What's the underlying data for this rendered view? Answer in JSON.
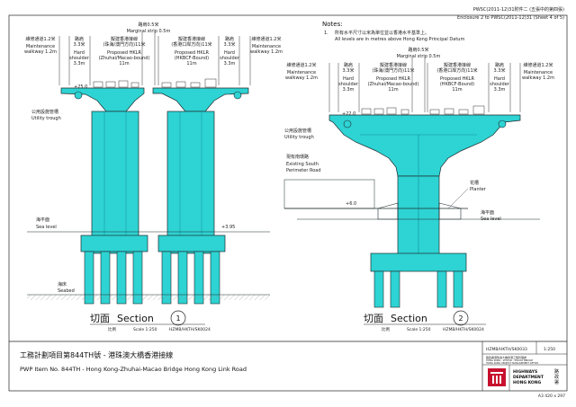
{
  "header": {
    "ref_line1": "PWSC(2011-12)31附件二 (五張中的第四張)",
    "ref_line2": "Enclosure 2 to PWSC(2011-12)31 (Sheet 4 of 5)"
  },
  "notes": {
    "title": "Notes:",
    "item_no": "1.",
    "item_zh": "所有水平尺寸以米為單位並以香港水平基準上。",
    "item_en": "All levels are in metres above Hong Kong Principal Datum"
  },
  "section1": {
    "strip_zh": "路肩0.5米",
    "strip_en": "Marginal strip 0.5m",
    "walkway_left_zh": "維修通道1.2米",
    "walkway_left_en1": "Maintenance",
    "walkway_left_en2": "walkway 1.2m",
    "shoulder_left_zh": "路肩",
    "shoulder_left_dim": "3.3米",
    "shoulder_left_en1": "Hard",
    "shoulder_left_en2": "shoulder",
    "shoulder_left_en3": "3.3m",
    "lane_left_zh1": "擬建香港接線",
    "lane_left_zh2": "(珠海/澳門方向)11米",
    "lane_left_en1": "Proposed HKLR",
    "lane_left_en2": "(Zhuhai/Macao-bound)",
    "lane_left_en3": "11m",
    "lane_right_zh1": "擬建香港接線",
    "lane_right_zh2": "(香港口岸方向)11米",
    "lane_right_en1": "Proposed HKLR",
    "lane_right_en2": "(HKBCF-Bound)",
    "lane_right_en3": "11m",
    "shoulder_right_zh": "路肩",
    "shoulder_right_dim": "3.3米",
    "shoulder_right_en1": "Hard",
    "shoulder_right_en2": "shoulder",
    "shoulder_right_en3": "3.3m",
    "walkway_right_zh": "維修通道1.2米",
    "walkway_right_en1": "Maintenance",
    "walkway_right_en2": "walkway 1.2m",
    "level_deck": "+25.0",
    "level_water": "+3.95",
    "utility_zh": "公用設施管槽",
    "utility_en": "Utility trough",
    "sea_zh": "海平面",
    "sea_en": "Sea level",
    "seabed_zh": "海床",
    "seabed_en": "Seabed",
    "title_zh": "切面",
    "title_en": "Section",
    "number": "1",
    "scale_zh": "比例",
    "scale": "Scale 1:250",
    "sheet_ref": "HZMB/HKTH/SK0024"
  },
  "section2": {
    "strip_zh": "路肩0.5米",
    "strip_en": "Marginal strip 0.5m",
    "walkway_left_zh": "維修通道1.2米",
    "walkway_left_en1": "Maintenance",
    "walkway_left_en2": "walkway 1.2m",
    "shoulder_left_zh": "路肩",
    "shoulder_left_dim": "3.3米",
    "shoulder_left_en1": "Hard",
    "shoulder_left_en2": "shoulder",
    "shoulder_left_en3": "3.3m",
    "lane_left_zh1": "擬建香港接線",
    "lane_left_zh2": "(珠海/澳門方向)11米",
    "lane_left_en1": "Proposed HKLR",
    "lane_left_en2": "(Zhuhai/Macao-bound)",
    "lane_left_en3": "11m",
    "lane_right_zh1": "擬建香港接線",
    "lane_right_zh2": "(香港口岸方向)11米",
    "lane_right_en1": "Proposed HKLR",
    "lane_right_en2": "(HKBCF-Bound)",
    "lane_right_en3": "11m",
    "shoulder_right_zh": "路肩",
    "shoulder_right_dim": "3.3米",
    "shoulder_right_en1": "Hard",
    "shoulder_right_en2": "shoulder",
    "shoulder_right_en3": "3.3m",
    "walkway_right_zh": "維修通道1.2米",
    "walkway_right_en1": "Maintenance",
    "walkway_right_en2": "walkway 1.2m",
    "level_deck": "+22.0",
    "level_ground": "+6.0",
    "utility_zh": "公用設施管槽",
    "utility_en": "Utility trough",
    "road_zh": "現有南環路",
    "road_en1": "Existing South",
    "road_en2": "Perimeter Road",
    "planter_zh": "花槽",
    "planter_en": "Planter",
    "sea_zh": "海平面",
    "sea_en": "Sea level",
    "title_zh": "切面",
    "title_en": "Section",
    "number": "2",
    "scale_zh": "比例",
    "scale": "Scale 1:250",
    "sheet_ref": "HZMB/HKTH/SK0024"
  },
  "title_block": {
    "project_zh": "工務計劃項目第844TH號 - 港珠澳大橋香港接線",
    "project_en": "PWP Item No. 844TH - Hong Kong-Zhuhai-Macao Bridge Hong Kong Link Road",
    "drawing_no": "HZMB/HKTH/SK0033",
    "scale": "1:250",
    "dept_zh1": "路政署港珠澳大橋香港工程管理處",
    "dept_en1": "HONG KONG - ZHUHAI - MACAO BRIDGE",
    "dept_en2": "HONG KONG PROJECT MANAGEMENT OFFICE",
    "logo_text": "HyD",
    "hwy_en1": "HIGHWAYS",
    "hwy_en2": "DEPARTMENT",
    "hwy_en3": "HONG KONG",
    "hwy_zh1": "路",
    "hwy_zh2": "政",
    "hwy_zh3": "署",
    "footer_left": "",
    "sheet_size": "A3  420 x 297"
  },
  "colors": {
    "structure": "#2ed3d3",
    "structure_dark": "#0c8e97",
    "outline": "#1e2a2e",
    "logo_red": "#c8102e"
  }
}
